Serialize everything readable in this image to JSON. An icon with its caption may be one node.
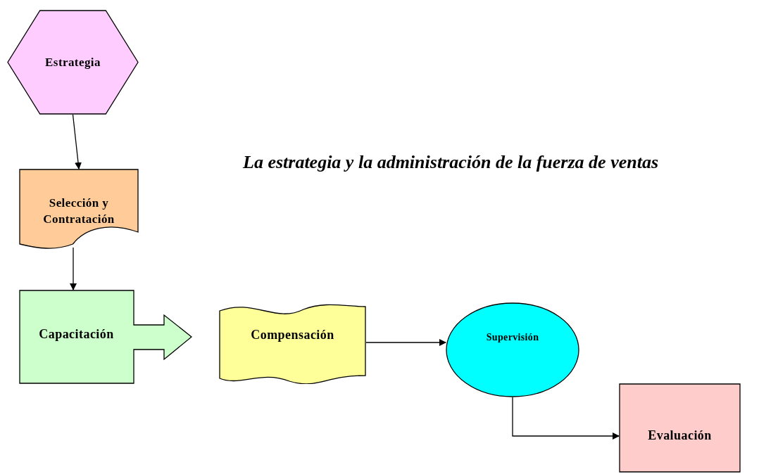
{
  "diagram": {
    "title": "La estrategia y la administración de la fuerza de ventas",
    "nodes": [
      {
        "text": [
          "Estrategia"
        ]
      },
      {
        "text": [
          "Selección y Contratación"
        ]
      },
      {
        "text": [
          "Capacitación"
        ]
      },
      {
        "text": [
          "Compensación"
        ]
      },
      {
        "text": [
          "Supervisión"
        ]
      },
      {
        "text": [
          "Evaluación"
        ]
      }
    ],
    "edges": [
      {
        "from": 0,
        "to": 1,
        "arrow": "to"
      },
      {
        "from": 1,
        "to": 2,
        "arrow": "to"
      },
      {
        "from": 3,
        "to": 4,
        "arrow": "to"
      },
      {
        "from": 4,
        "to": 5,
        "arrow": "to"
      }
    ]
  }
}
